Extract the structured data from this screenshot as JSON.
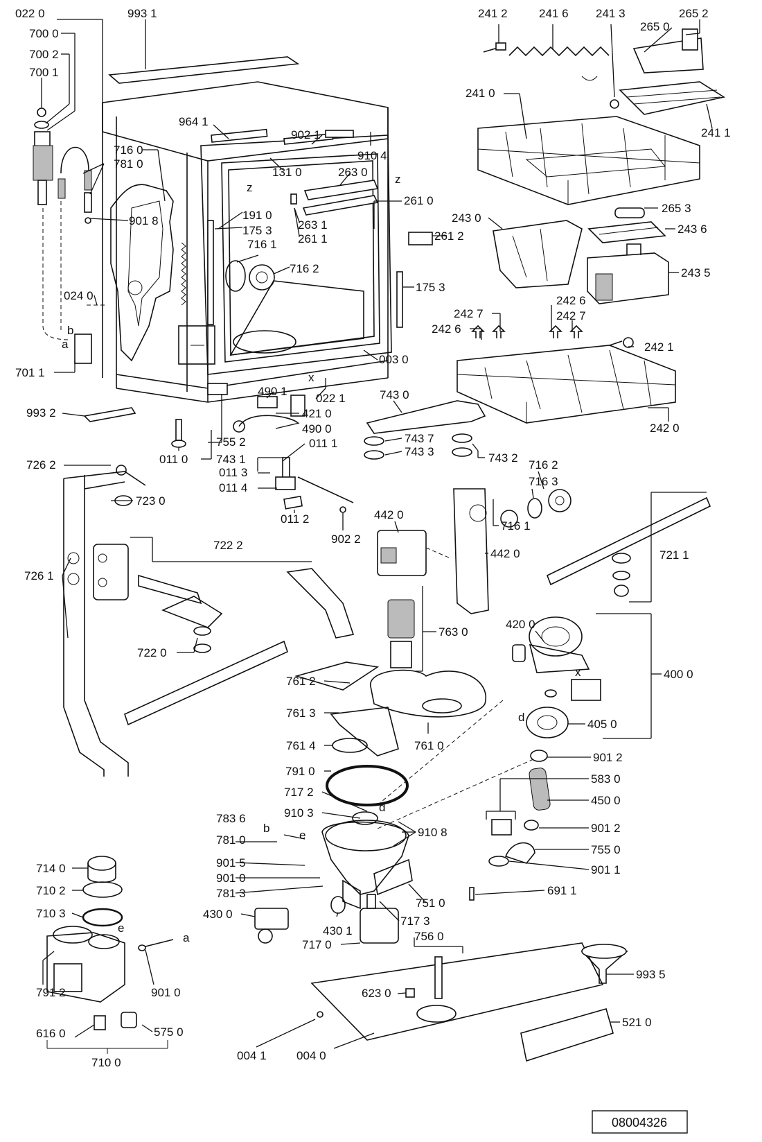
{
  "document_code": "08004326",
  "labels": [
    {
      "id": "l0220",
      "text": "022 0"
    },
    {
      "id": "l9931",
      "text": "993 1"
    },
    {
      "id": "l7000",
      "text": "700 0"
    },
    {
      "id": "l7002",
      "text": "700 2"
    },
    {
      "id": "l7001",
      "text": "700 1"
    },
    {
      "id": "l9641",
      "text": "964 1"
    },
    {
      "id": "l9021",
      "text": "902 1"
    },
    {
      "id": "l9104",
      "text": "910 4"
    },
    {
      "id": "l1310",
      "text": "131 0"
    },
    {
      "id": "l2630",
      "text": "263 0"
    },
    {
      "id": "l7160",
      "text": "716 0"
    },
    {
      "id": "l7810a",
      "text": "781 0"
    },
    {
      "id": "l9018",
      "text": "901 8"
    },
    {
      "id": "l1910",
      "text": "191 0"
    },
    {
      "id": "l1753a",
      "text": "175 3"
    },
    {
      "id": "l2631",
      "text": "263 1"
    },
    {
      "id": "l2611",
      "text": "261 1"
    },
    {
      "id": "l7161a",
      "text": "716 1"
    },
    {
      "id": "l7162a",
      "text": "716 2"
    },
    {
      "id": "l0240",
      "text": "024 0"
    },
    {
      "id": "l1753b",
      "text": "175 3"
    },
    {
      "id": "l7011",
      "text": "701 1"
    },
    {
      "id": "l0030",
      "text": "003 0"
    },
    {
      "id": "l4901",
      "text": "490 1"
    },
    {
      "id": "l4210",
      "text": "421 0"
    },
    {
      "id": "l4900",
      "text": "490 0"
    },
    {
      "id": "l0221",
      "text": "022 1"
    },
    {
      "id": "l9932",
      "text": "993 2"
    },
    {
      "id": "l7552",
      "text": "755 2"
    },
    {
      "id": "l0111",
      "text": "011 1"
    },
    {
      "id": "l0110",
      "text": "011 0"
    },
    {
      "id": "l7431",
      "text": "743 1"
    },
    {
      "id": "l0113",
      "text": "011 3"
    },
    {
      "id": "l0114",
      "text": "011 4"
    },
    {
      "id": "l0112",
      "text": "011 2"
    },
    {
      "id": "l9022",
      "text": "902 2"
    },
    {
      "id": "l7262",
      "text": "726 2"
    },
    {
      "id": "l7230",
      "text": "723 0"
    },
    {
      "id": "l7261",
      "text": "726 1"
    },
    {
      "id": "l7222",
      "text": "722 2"
    },
    {
      "id": "l7220",
      "text": "722 0"
    },
    {
      "id": "l2412",
      "text": "241 2"
    },
    {
      "id": "l2416",
      "text": "241 6"
    },
    {
      "id": "l2413",
      "text": "241 3"
    },
    {
      "id": "l2652",
      "text": "265 2"
    },
    {
      "id": "l2650",
      "text": "265 0"
    },
    {
      "id": "l2410",
      "text": "241 0"
    },
    {
      "id": "l2411",
      "text": "241 1"
    },
    {
      "id": "l2610",
      "text": "261 0"
    },
    {
      "id": "l2612",
      "text": "261 2"
    },
    {
      "id": "l2430",
      "text": "243 0"
    },
    {
      "id": "l2653",
      "text": "265 3"
    },
    {
      "id": "l2436",
      "text": "243 6"
    },
    {
      "id": "l2435",
      "text": "243 5"
    },
    {
      "id": "l2427a",
      "text": "242 7"
    },
    {
      "id": "l2426a",
      "text": "242 6"
    },
    {
      "id": "l2426b",
      "text": "242 6"
    },
    {
      "id": "l2427b",
      "text": "242 7"
    },
    {
      "id": "l2421",
      "text": "242 1"
    },
    {
      "id": "l2420",
      "text": "242 0"
    },
    {
      "id": "l7430",
      "text": "743 0"
    },
    {
      "id": "l7437",
      "text": "743 7"
    },
    {
      "id": "l7433",
      "text": "743 3"
    },
    {
      "id": "l7432",
      "text": "743 2"
    },
    {
      "id": "l7162b",
      "text": "716 2"
    },
    {
      "id": "l7163",
      "text": "716 3"
    },
    {
      "id": "l7161b",
      "text": "716 1"
    },
    {
      "id": "l4420a",
      "text": "442 0"
    },
    {
      "id": "l4420b",
      "text": "442 0"
    },
    {
      "id": "l7211",
      "text": "721 1"
    },
    {
      "id": "l7630",
      "text": "763 0"
    },
    {
      "id": "l4200",
      "text": "420 0"
    },
    {
      "id": "l4000",
      "text": "400 0"
    },
    {
      "id": "l7612",
      "text": "761 2"
    },
    {
      "id": "l7613",
      "text": "761 3"
    },
    {
      "id": "l7614",
      "text": "761 4"
    },
    {
      "id": "l7610",
      "text": "761 0"
    },
    {
      "id": "l4050",
      "text": "405 0"
    },
    {
      "id": "l9012a",
      "text": "901 2"
    },
    {
      "id": "l5830",
      "text": "583 0"
    },
    {
      "id": "l4500",
      "text": "450 0"
    },
    {
      "id": "l9012b",
      "text": "901 2"
    },
    {
      "id": "l7910",
      "text": "791 0"
    },
    {
      "id": "l7172",
      "text": "717 2"
    },
    {
      "id": "l9103",
      "text": "910 3"
    },
    {
      "id": "l9108",
      "text": "910 8"
    },
    {
      "id": "l7836",
      "text": "783 6"
    },
    {
      "id": "l7810b",
      "text": "781 0"
    },
    {
      "id": "l9015",
      "text": "901 5"
    },
    {
      "id": "l9010a",
      "text": "901 0"
    },
    {
      "id": "l7813",
      "text": "781 3"
    },
    {
      "id": "l7550",
      "text": "755 0"
    },
    {
      "id": "l9011",
      "text": "901 1"
    },
    {
      "id": "l7510",
      "text": "751 0"
    },
    {
      "id": "l6911",
      "text": "691 1"
    },
    {
      "id": "l7140",
      "text": "714 0"
    },
    {
      "id": "l7102",
      "text": "710 2"
    },
    {
      "id": "l7103",
      "text": "710 3"
    },
    {
      "id": "l4300",
      "text": "430 0"
    },
    {
      "id": "l4301",
      "text": "430 1"
    },
    {
      "id": "l7173",
      "text": "717 3"
    },
    {
      "id": "l7170",
      "text": "717 0"
    },
    {
      "id": "l7560",
      "text": "756 0"
    },
    {
      "id": "l9010b",
      "text": "901 0"
    },
    {
      "id": "l7912",
      "text": "791 2"
    },
    {
      "id": "l5750",
      "text": "575 0"
    },
    {
      "id": "l6160",
      "text": "616 0"
    },
    {
      "id": "l7100",
      "text": "710 0"
    },
    {
      "id": "l6230",
      "text": "623 0"
    },
    {
      "id": "l9935",
      "text": "993 5"
    },
    {
      "id": "l5210",
      "text": "521 0"
    },
    {
      "id": "l0041",
      "text": "004 1"
    },
    {
      "id": "l0040",
      "text": "004 0"
    }
  ],
  "letters": [
    {
      "id": "ta",
      "text": "a"
    },
    {
      "id": "tb",
      "text": "b"
    },
    {
      "id": "tz1",
      "text": "z"
    },
    {
      "id": "tz2",
      "text": "z"
    },
    {
      "id": "tx1",
      "text": "x"
    },
    {
      "id": "tx2",
      "text": "x"
    },
    {
      "id": "td1",
      "text": "d"
    },
    {
      "id": "td2",
      "text": "d"
    },
    {
      "id": "tb2",
      "text": "b"
    },
    {
      "id": "te1",
      "text": "e"
    },
    {
      "id": "te2",
      "text": "e"
    },
    {
      "id": "ta2",
      "text": "a"
    }
  ]
}
